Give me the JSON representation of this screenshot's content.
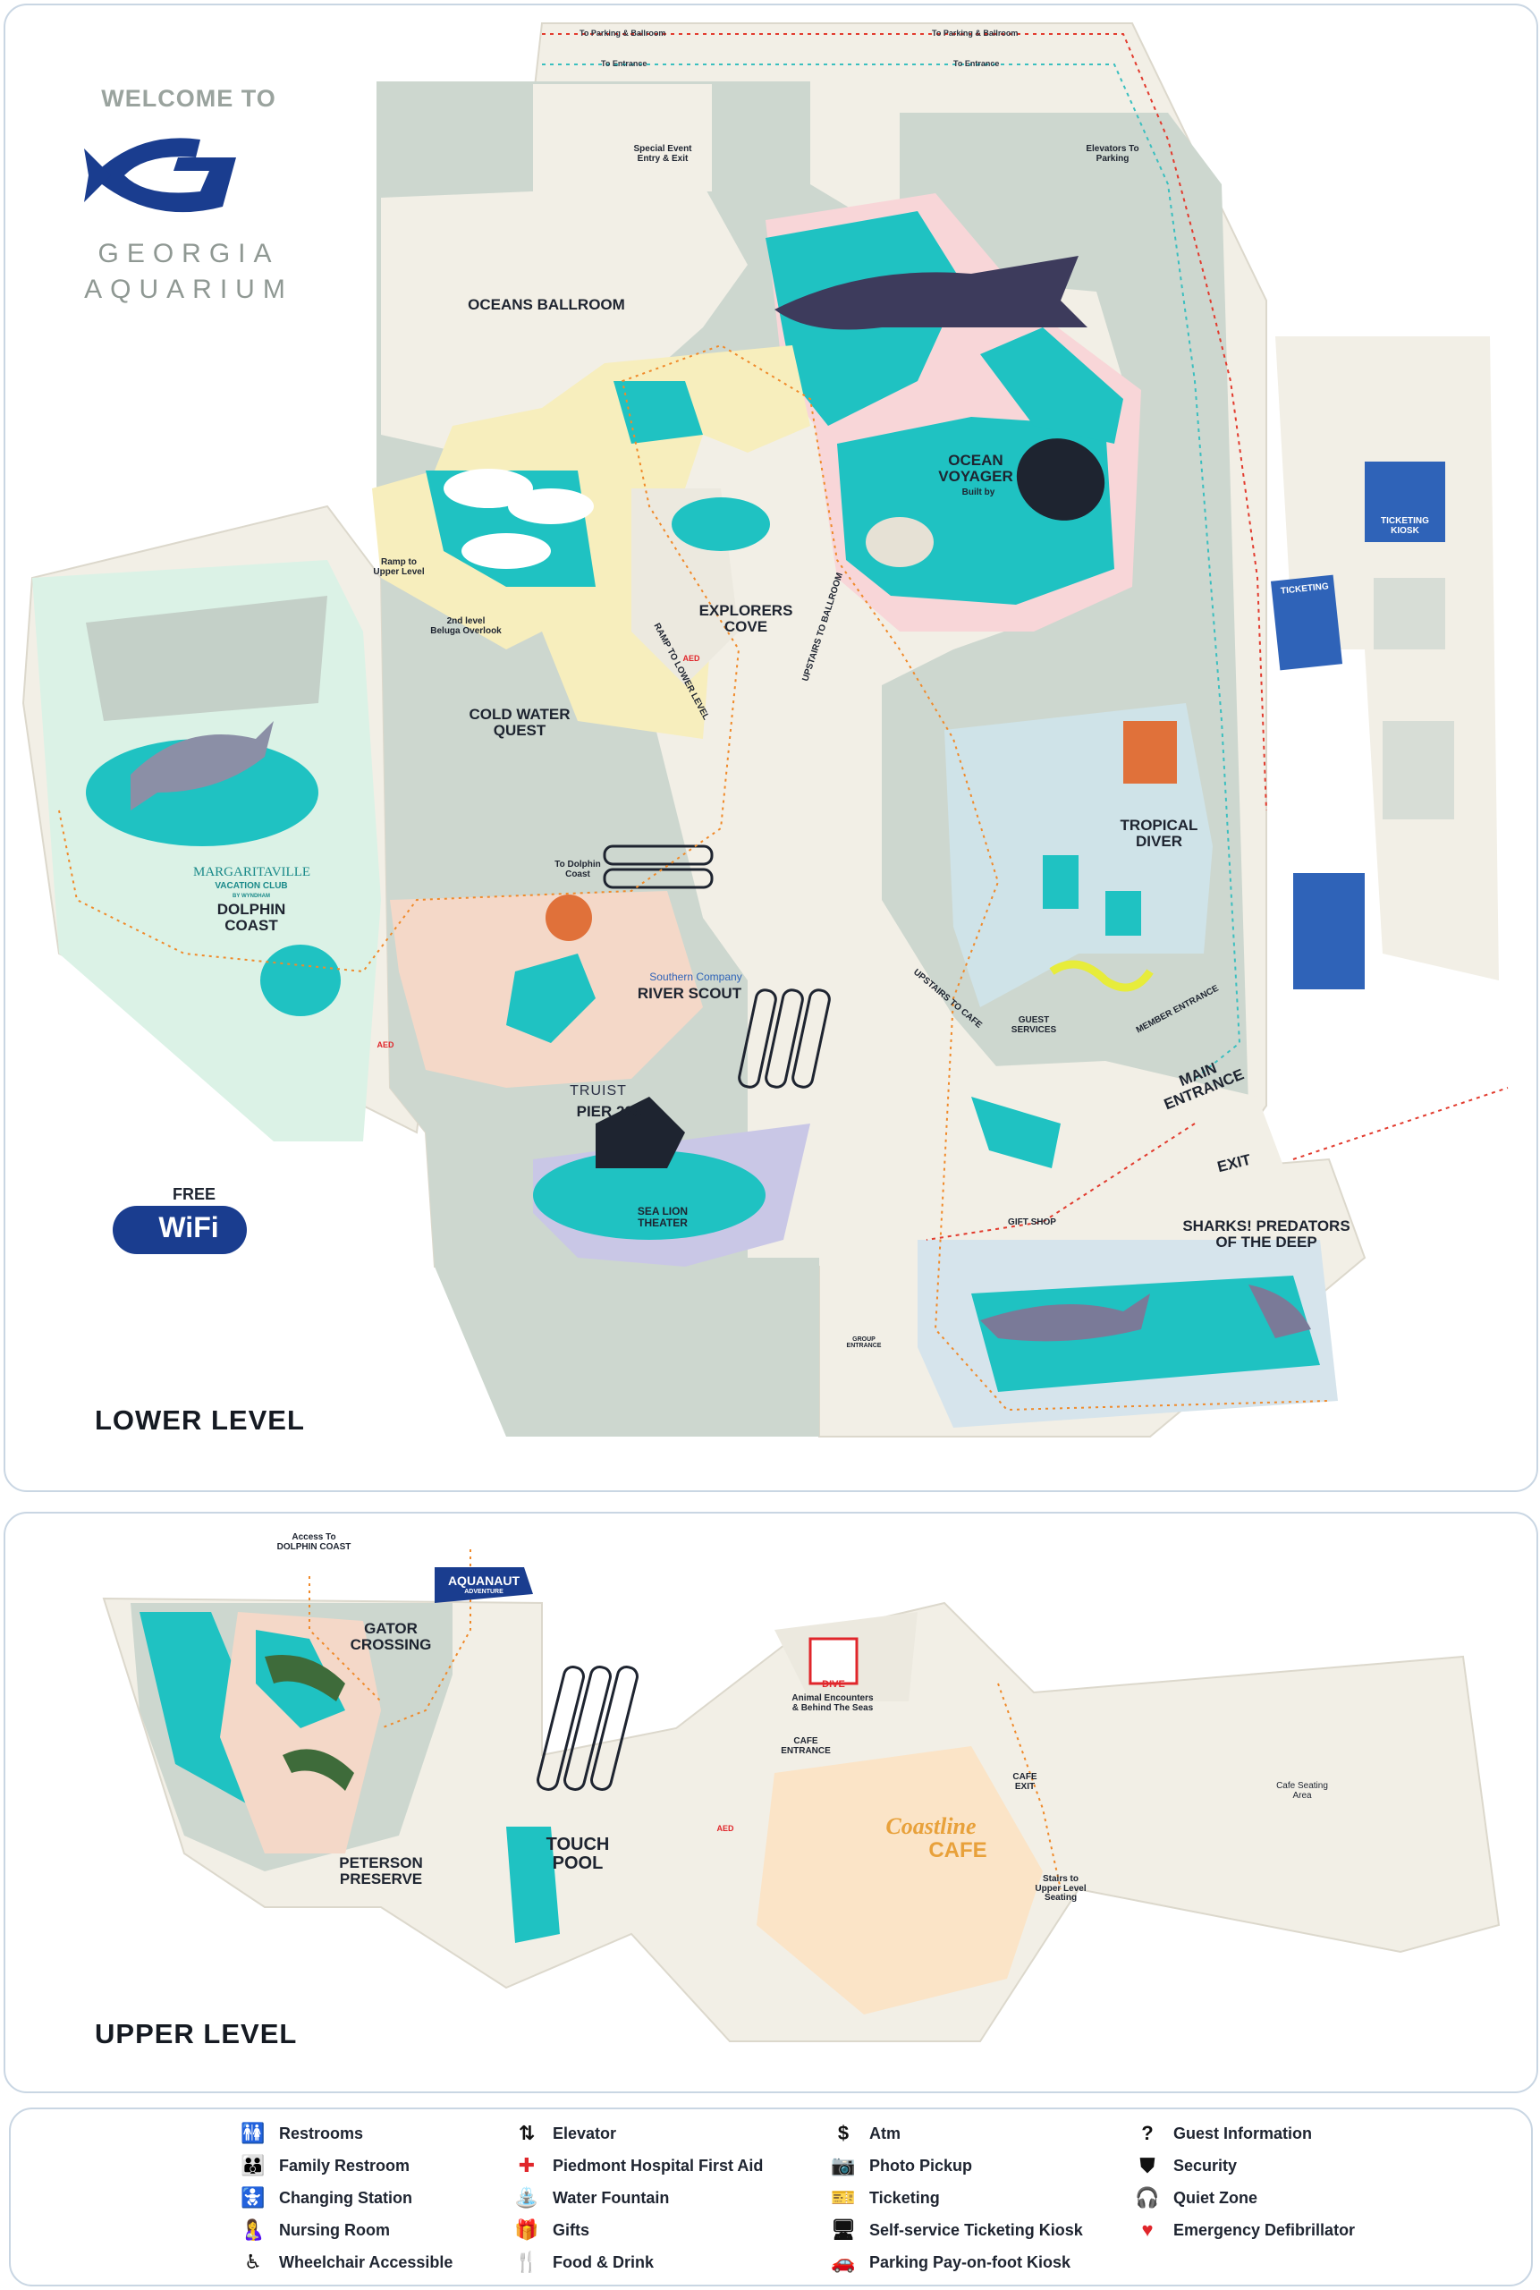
{
  "header": {
    "welcome": "WELCOME TO",
    "brand_line1": "GEORGIA",
    "brand_line2": "AQUARIUM"
  },
  "wifi": {
    "free": "FREE",
    "label": "WiFi"
  },
  "lower": {
    "level_title": "LOWER LEVEL",
    "routes": {
      "to_parking_ballroom": "To Parking & Ballroom",
      "to_entrance": "To Entrance",
      "to_parking_ballroom_2": "To Parking & Ballroom",
      "to_entrance_2": "To Entrance",
      "elevators_to_parking": "Elevators To\nParking"
    },
    "labels": {
      "special_event": "Special Event\nEntry & Exit",
      "oceans_ballroom": "OCEANS BALLROOM",
      "ocean_voyager": "OCEAN\nVOYAGER",
      "built_by": "Built by",
      "explorers_cove": "EXPLORERS\nCOVE",
      "ramp_upper": "Ramp to\nUpper Level",
      "beluga_overlook": "2nd level\nBeluga Overlook",
      "cold_water_quest": "COLD WATER\nQUEST",
      "dolphin_coast": "DOLPHIN\nCOAST",
      "margaritaville": "MARGARITAVILLE",
      "vacation_club": "VACATION CLUB",
      "by_wyndham": "BY WYNDHAM",
      "to_dolphin_coast": "To Dolphin\nCoast",
      "southern_company": "Southern Company",
      "river_scout": "RIVER SCOUT",
      "truist": "TRUIST",
      "pier_225": "PIER 225",
      "sea_lion_theater": "SEA LION\nTHEATER",
      "tropical_diver": "TROPICAL\nDIVER",
      "guest_services": "GUEST\nSERVICES",
      "upstairs_cafe": "UPSTAIRS TO CAFE",
      "member_entrance": "MEMBER ENTRANCE",
      "main_entrance": "MAIN\nENTRANCE",
      "exit": "EXIT",
      "gift_shop": "GIFT SHOP",
      "sharks": "SHARKS! PREDATORS\nOF THE DEEP",
      "group_entrance": "GROUP\nENTRANCE",
      "ticketing": "TICKETING",
      "ticketing_kiosk": "TICKETING\nKIOSK",
      "ramp_lower": "RAMP TO LOWER LEVEL",
      "upstairs_ballroom": "UPSTAIRS TO BALLROOM",
      "aed": "AED"
    }
  },
  "upper": {
    "level_title": "UPPER LEVEL",
    "labels": {
      "access_dolphin": "Access To\nDOLPHIN COAST",
      "aquanaut": "AQUANAUT",
      "adventure": "ADVENTURE",
      "gator_crossing": "GATOR\nCROSSING",
      "peterson_preserve": "PETERSON\nPRESERVE",
      "touch_pool": "TOUCH\nPOOL",
      "dive": "DIVE",
      "animal_encounters": "Animal Encounters\n& Behind The Seas",
      "cafe_entrance": "CAFE\nENTRANCE",
      "cafe_exit": "CAFE\nEXIT",
      "coastline": "Coastline",
      "cafe": "CAFE",
      "stairs_upper": "Stairs to\nUpper Level\nSeating",
      "cafe_seating": "Cafe Seating\nArea",
      "aed": "AED"
    }
  },
  "legend": [
    {
      "icon": "restroom-icon",
      "glyph": "🚻",
      "label": "Restrooms"
    },
    {
      "icon": "family-restroom-icon",
      "glyph": "👪",
      "label": "Family Restroom"
    },
    {
      "icon": "changing-station-icon",
      "glyph": "🚼",
      "label": "Changing Station"
    },
    {
      "icon": "nursing-room-icon",
      "glyph": "🤱",
      "label": "Nursing Room"
    },
    {
      "icon": "wheelchair-icon",
      "glyph": "♿",
      "label": "Wheelchair Accessible"
    },
    {
      "icon": "elevator-icon",
      "glyph": "⇅",
      "label": "Elevator"
    },
    {
      "icon": "first-aid-icon",
      "glyph": "✚",
      "label": "Piedmont Hospital First Aid"
    },
    {
      "icon": "water-fountain-icon",
      "glyph": "⛲",
      "label": "Water Fountain"
    },
    {
      "icon": "gifts-icon",
      "glyph": "🎁",
      "label": "Gifts"
    },
    {
      "icon": "food-drink-icon",
      "glyph": "🍴",
      "label": "Food & Drink"
    },
    {
      "icon": "atm-icon",
      "glyph": "$",
      "label": "Atm"
    },
    {
      "icon": "photo-pickup-icon",
      "glyph": "📷",
      "label": "Photo Pickup"
    },
    {
      "icon": "ticketing-icon",
      "glyph": "🎫",
      "label": "Ticketing"
    },
    {
      "icon": "kiosk-icon",
      "glyph": "🖥",
      "label": "Self-service Ticketing Kiosk"
    },
    {
      "icon": "parking-kiosk-icon",
      "glyph": "🚗",
      "label": "Parking Pay-on-foot Kiosk"
    },
    {
      "icon": "guest-info-icon",
      "glyph": "?",
      "label": "Guest Information"
    },
    {
      "icon": "security-icon",
      "glyph": "⛊",
      "label": "Security"
    },
    {
      "icon": "quiet-zone-icon",
      "glyph": "🎧",
      "label": "Quiet Zone"
    },
    {
      "icon": "defibrillator-icon",
      "glyph": "♥",
      "label": "Emergency Defibrillator"
    }
  ],
  "colors": {
    "teal": "#1fc2c2",
    "floor": "#f2efe6",
    "grey": "#c8d3cb",
    "route_red": "#e23b2e",
    "route_orange": "#f08a2a",
    "route_teal": "#3bbfbf",
    "navy": "#1a3d8f",
    "ticketing_blue": "#2f63b8"
  }
}
